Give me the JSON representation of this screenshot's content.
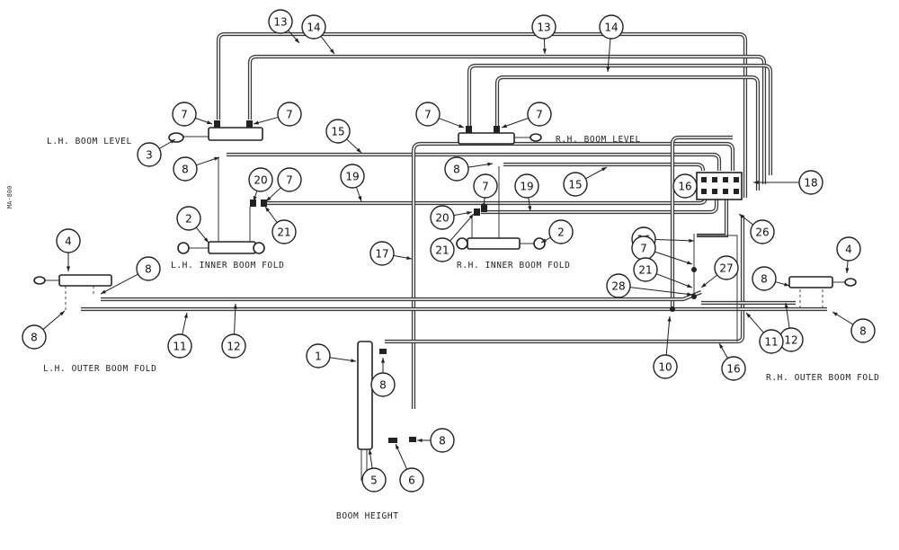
{
  "labels": {
    "lh_boom_level": "L.H. BOOM LEVEL",
    "rh_boom_level": "R.H. BOOM LEVEL",
    "lh_inner_boom_fold": "L.H. INNER BOOM FOLD",
    "rh_inner_boom_fold": "R.H. INNER BOOM FOLD",
    "lh_outer_boom_fold": "L.H. OUTER BOOM FOLD",
    "rh_outer_boom_fold": "R.H. OUTER BOOM FOLD",
    "boom_height": "BOOM HEIGHT",
    "drawing_id": "MA-800"
  },
  "callouts": [
    "13",
    "14",
    "13",
    "14",
    "7",
    "7",
    "7",
    "7",
    "3",
    "8",
    "15",
    "19",
    "7",
    "20",
    "21",
    "2",
    "8",
    "15",
    "16",
    "18",
    "7",
    "19",
    "20",
    "21",
    "2",
    "17",
    "26",
    "16",
    "7",
    "21",
    "27",
    "28",
    "4",
    "8",
    "8",
    "11",
    "12",
    "4",
    "8",
    "12",
    "11",
    "8",
    "10",
    "16",
    "1",
    "8",
    "5",
    "6",
    "8"
  ]
}
